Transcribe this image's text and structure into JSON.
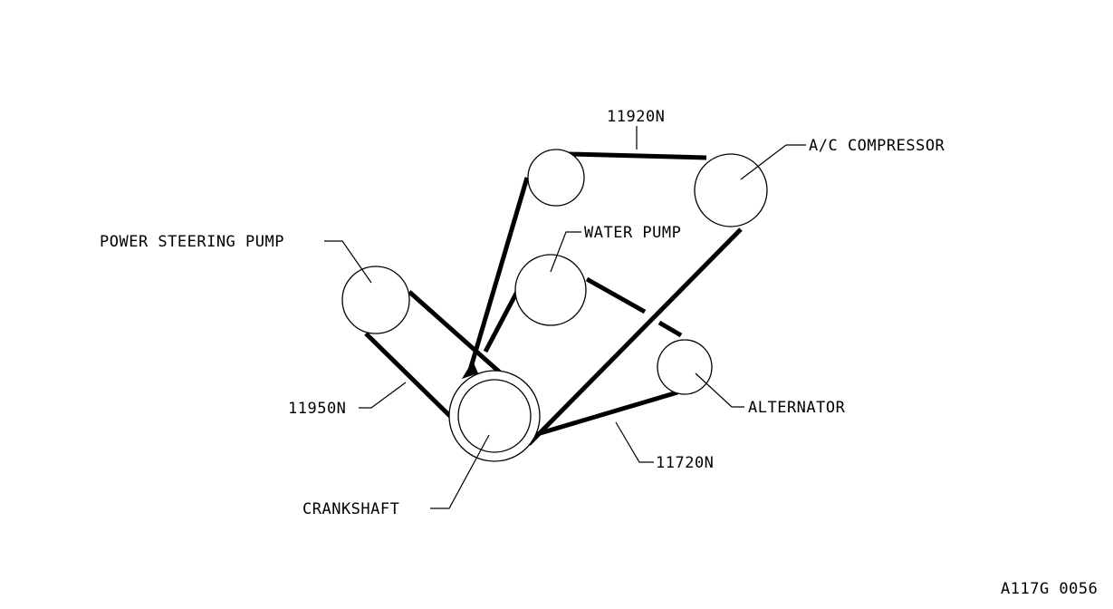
{
  "diagram": {
    "labels": {
      "ac_compressor": "A/C COMPRESSOR",
      "water_pump": "WATER PUMP",
      "power_steering_pump": "POWER STEERING PUMP",
      "alternator": "ALTERNATOR",
      "crankshaft": "CRANKSHAFT"
    },
    "belts": {
      "ac_belt": "11920N",
      "ps_belt": "11950N",
      "alt_belt": "11720N"
    },
    "figure_code": "A117G 0056"
  }
}
